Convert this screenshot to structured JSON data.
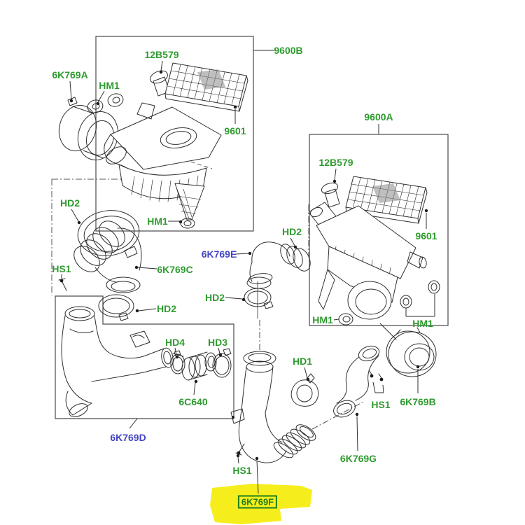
{
  "diagram": {
    "colors": {
      "label_green": "#2f9b2f",
      "label_blue": "#4545c2",
      "highlight_yellow": "#f6ee1c",
      "highlight_border": "#1e7e1e",
      "line": "#2f2f2f",
      "background": "#ffffff"
    },
    "labels": [
      {
        "text": "6K769A",
        "color": "green"
      },
      {
        "text": "HM1",
        "color": "green"
      },
      {
        "text": "12B579",
        "color": "green"
      },
      {
        "text": "9600B",
        "color": "green"
      },
      {
        "text": "9601",
        "color": "green"
      },
      {
        "text": "HM1",
        "color": "green"
      },
      {
        "text": "HD2",
        "color": "green"
      },
      {
        "text": "6K769C",
        "color": "green"
      },
      {
        "text": "HS1",
        "color": "green"
      },
      {
        "text": "HD2",
        "color": "green"
      },
      {
        "text": "6K769E",
        "color": "blue"
      },
      {
        "text": "HD2",
        "color": "green"
      },
      {
        "text": "HD2",
        "color": "green"
      },
      {
        "text": "9600A",
        "color": "green"
      },
      {
        "text": "12B579",
        "color": "green"
      },
      {
        "text": "9601",
        "color": "green"
      },
      {
        "text": "HM1",
        "color": "green"
      },
      {
        "text": "HM1",
        "color": "green"
      },
      {
        "text": "HD4",
        "color": "green"
      },
      {
        "text": "HD3",
        "color": "green"
      },
      {
        "text": "6C640",
        "color": "green"
      },
      {
        "text": "6K769D",
        "color": "blue"
      },
      {
        "text": "HD1",
        "color": "green"
      },
      {
        "text": "HS1",
        "color": "green"
      },
      {
        "text": "6K769B",
        "color": "green"
      },
      {
        "text": "6K769G",
        "color": "green"
      },
      {
        "text": "HS1",
        "color": "green"
      },
      {
        "text": "6K769F",
        "color": "green",
        "highlighted": true
      }
    ],
    "highlight": {
      "label": "6K769F",
      "marker_color": "#f6ee1c",
      "box_color": "#1e7e1e"
    }
  }
}
